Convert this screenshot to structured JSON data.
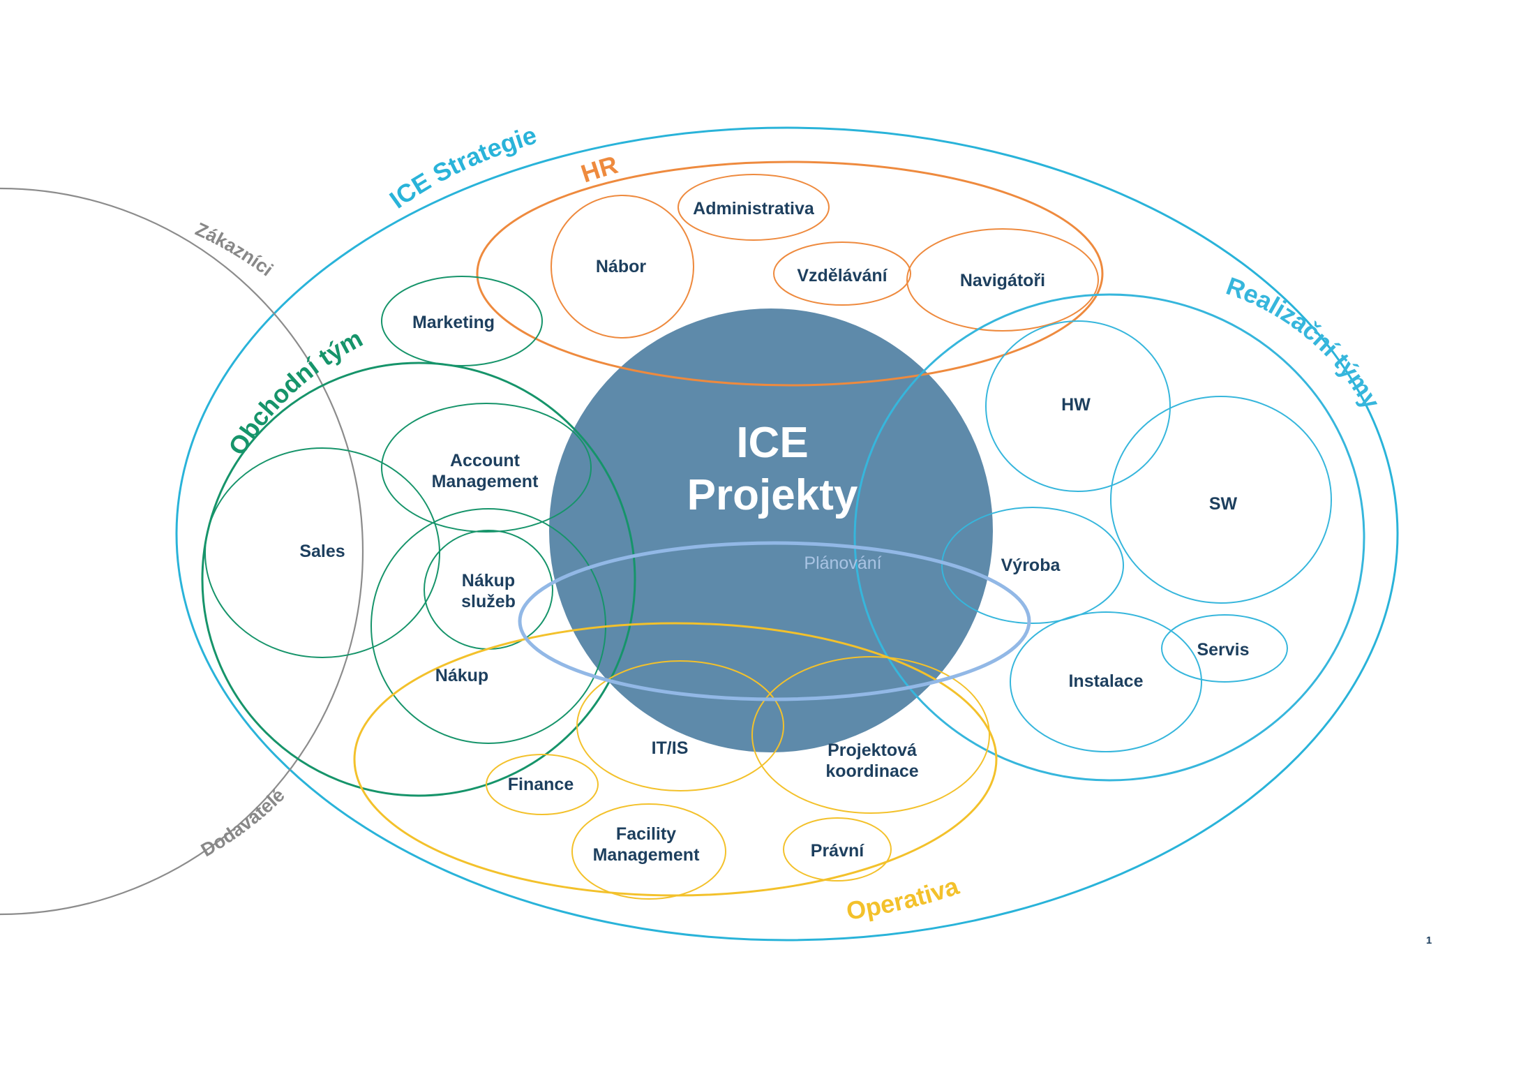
{
  "colors": {
    "strategy": "#29b3d9",
    "hr": "#ee8a3e",
    "sales_team": "#16946a",
    "delivery": "#36b6dc",
    "operations": "#f3c12b",
    "planning": "#92b8e6",
    "center": "#5e8aaa",
    "label": "#1d3f5e",
    "edge": "#8c8c8c"
  },
  "edge_labels": {
    "customers": "Zákazníci",
    "suppliers": "Dodavatelé"
  },
  "groups": {
    "strategy": "ICE Strategie",
    "hr": "HR",
    "sales_team": "Obchodní tým",
    "delivery": "Realizační týmy",
    "operations": "Operativa"
  },
  "center": {
    "line1": "ICE",
    "line2": "Projekty"
  },
  "planning": "Plánování",
  "units": {
    "administrativa": "Administrativa",
    "nabor": "Nábor",
    "vzdelavani": "Vzdělávání",
    "navigatori": "Navigátoři",
    "marketing": "Marketing",
    "account_1": "Account",
    "account_2": "Management",
    "sales": "Sales",
    "nakup_sluzeb_1": "Nákup",
    "nakup_sluzeb_2": "služeb",
    "nakup": "Nákup",
    "hw": "HW",
    "sw": "SW",
    "vyroba": "Výroba",
    "instalace": "Instalace",
    "servis": "Servis",
    "itis": "IT/IS",
    "projektova_1": "Projektová",
    "projektova_2": "koordinace",
    "finance": "Finance",
    "facility_1": "Facility",
    "facility_2": "Management",
    "pravni": "Právní"
  },
  "page_number": "1"
}
